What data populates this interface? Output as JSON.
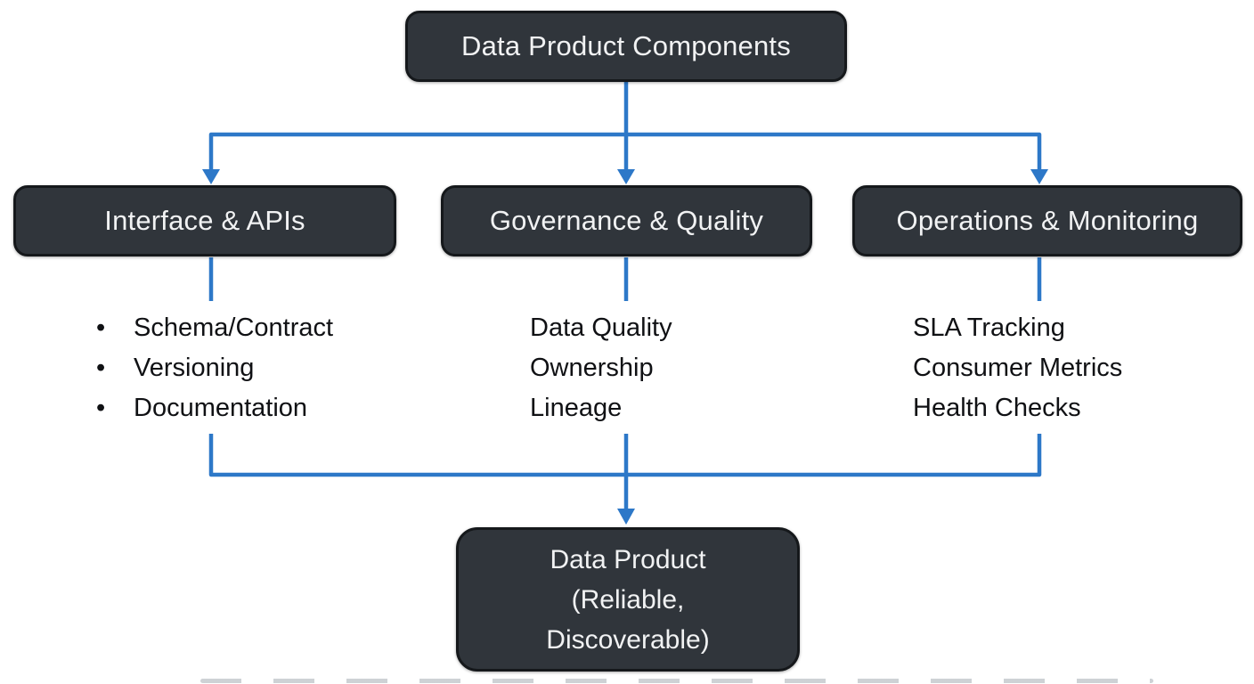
{
  "diagram": {
    "bullet": "•",
    "root": {
      "label": "Data Product Components"
    },
    "branches": [
      {
        "label": "Interface & APIs",
        "bulleted": true,
        "items": [
          "Schema/Contract",
          "Versioning",
          "Documentation"
        ]
      },
      {
        "label": "Governance & Quality",
        "bulleted": false,
        "items": [
          "Data Quality",
          "Ownership",
          "Lineage"
        ]
      },
      {
        "label": "Operations & Monitoring",
        "bulleted": false,
        "items": [
          "SLA Tracking",
          "Consumer Metrics",
          "Health Checks"
        ]
      }
    ],
    "result": {
      "lines": [
        "Data Product",
        "(Reliable,",
        "Discoverable)"
      ]
    },
    "colors": {
      "node_fill": "#30353b",
      "node_border": "#15181b",
      "node_text": "#f1f2f3",
      "arrow": "#2d78c8",
      "list_text": "#101114",
      "background": "#ffffff"
    }
  }
}
